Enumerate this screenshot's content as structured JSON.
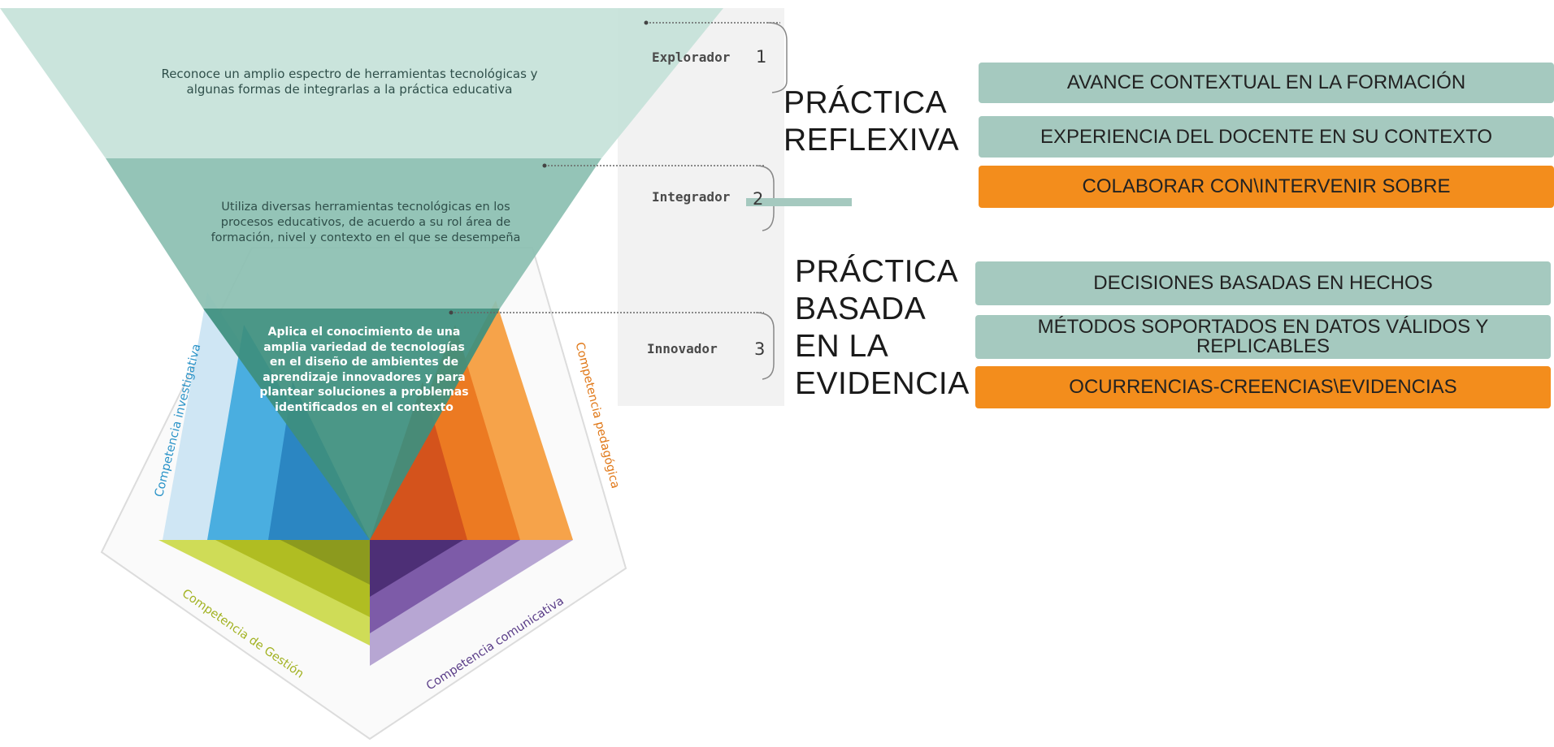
{
  "levels": [
    {
      "name": "Explorador",
      "number": "1",
      "description": "Reconoce un amplio espectro de herramientas tecnológicas y algunas formas de integrarlas a la práctica educativa"
    },
    {
      "name": "Integrador",
      "number": "2",
      "description": "Utiliza diversas herramientas tecnológicas en los procesos educativos, de acuerdo a su rol área de formación, nivel y contexto en el que se desempeña"
    },
    {
      "name": "Innovador",
      "number": "3",
      "description": "Aplica el conocimiento de una amplia variedad de tecnologías en el diseño de ambientes de aprendizaje innovadores y para plantear soluciones a problemas identificados en el contexto"
    }
  ],
  "competencies": {
    "investigativa": "Competencia investigativa",
    "pedagogica": "Competencia pedagógica",
    "gestion": "Competencia de Gestión",
    "comunicativa": "Competencia comunicativa"
  },
  "practices": [
    {
      "heading": [
        "PRÁCTICA",
        "REFLEXIVA"
      ],
      "items": [
        {
          "label": "AVANCE CONTEXTUAL EN LA FORMACIÓN",
          "style": "teal"
        },
        {
          "label": "EXPERIENCIA DEL DOCENTE EN SU CONTEXTO",
          "style": "teal"
        },
        {
          "label": "COLABORAR CON\\INTERVENIR SOBRE",
          "style": "orange"
        }
      ]
    },
    {
      "heading": [
        "PRÁCTICA",
        "BASADA",
        "EN LA",
        "EVIDENCIA"
      ],
      "items": [
        {
          "label": "DECISIONES BASADAS EN HECHOS",
          "style": "teal"
        },
        {
          "label": "MÉTODOS SOPORTADOS EN DATOS VÁLIDOS Y REPLICABLES",
          "style": "teal"
        },
        {
          "label": "OCURRENCIAS-CREENCIAS\\EVIDENCIAS",
          "style": "orange"
        }
      ]
    }
  ],
  "colors": {
    "teal_light": "#c6e0d8",
    "teal_mid": "#88bdb0",
    "teal_dark": "#3f8f7f",
    "box_teal": "#a5c9bf",
    "box_orange": "#f38d1c",
    "blue": "#4aaee0",
    "orange": "#f08a1e",
    "olive": "#b7c52a",
    "purple": "#7a5aa8"
  }
}
